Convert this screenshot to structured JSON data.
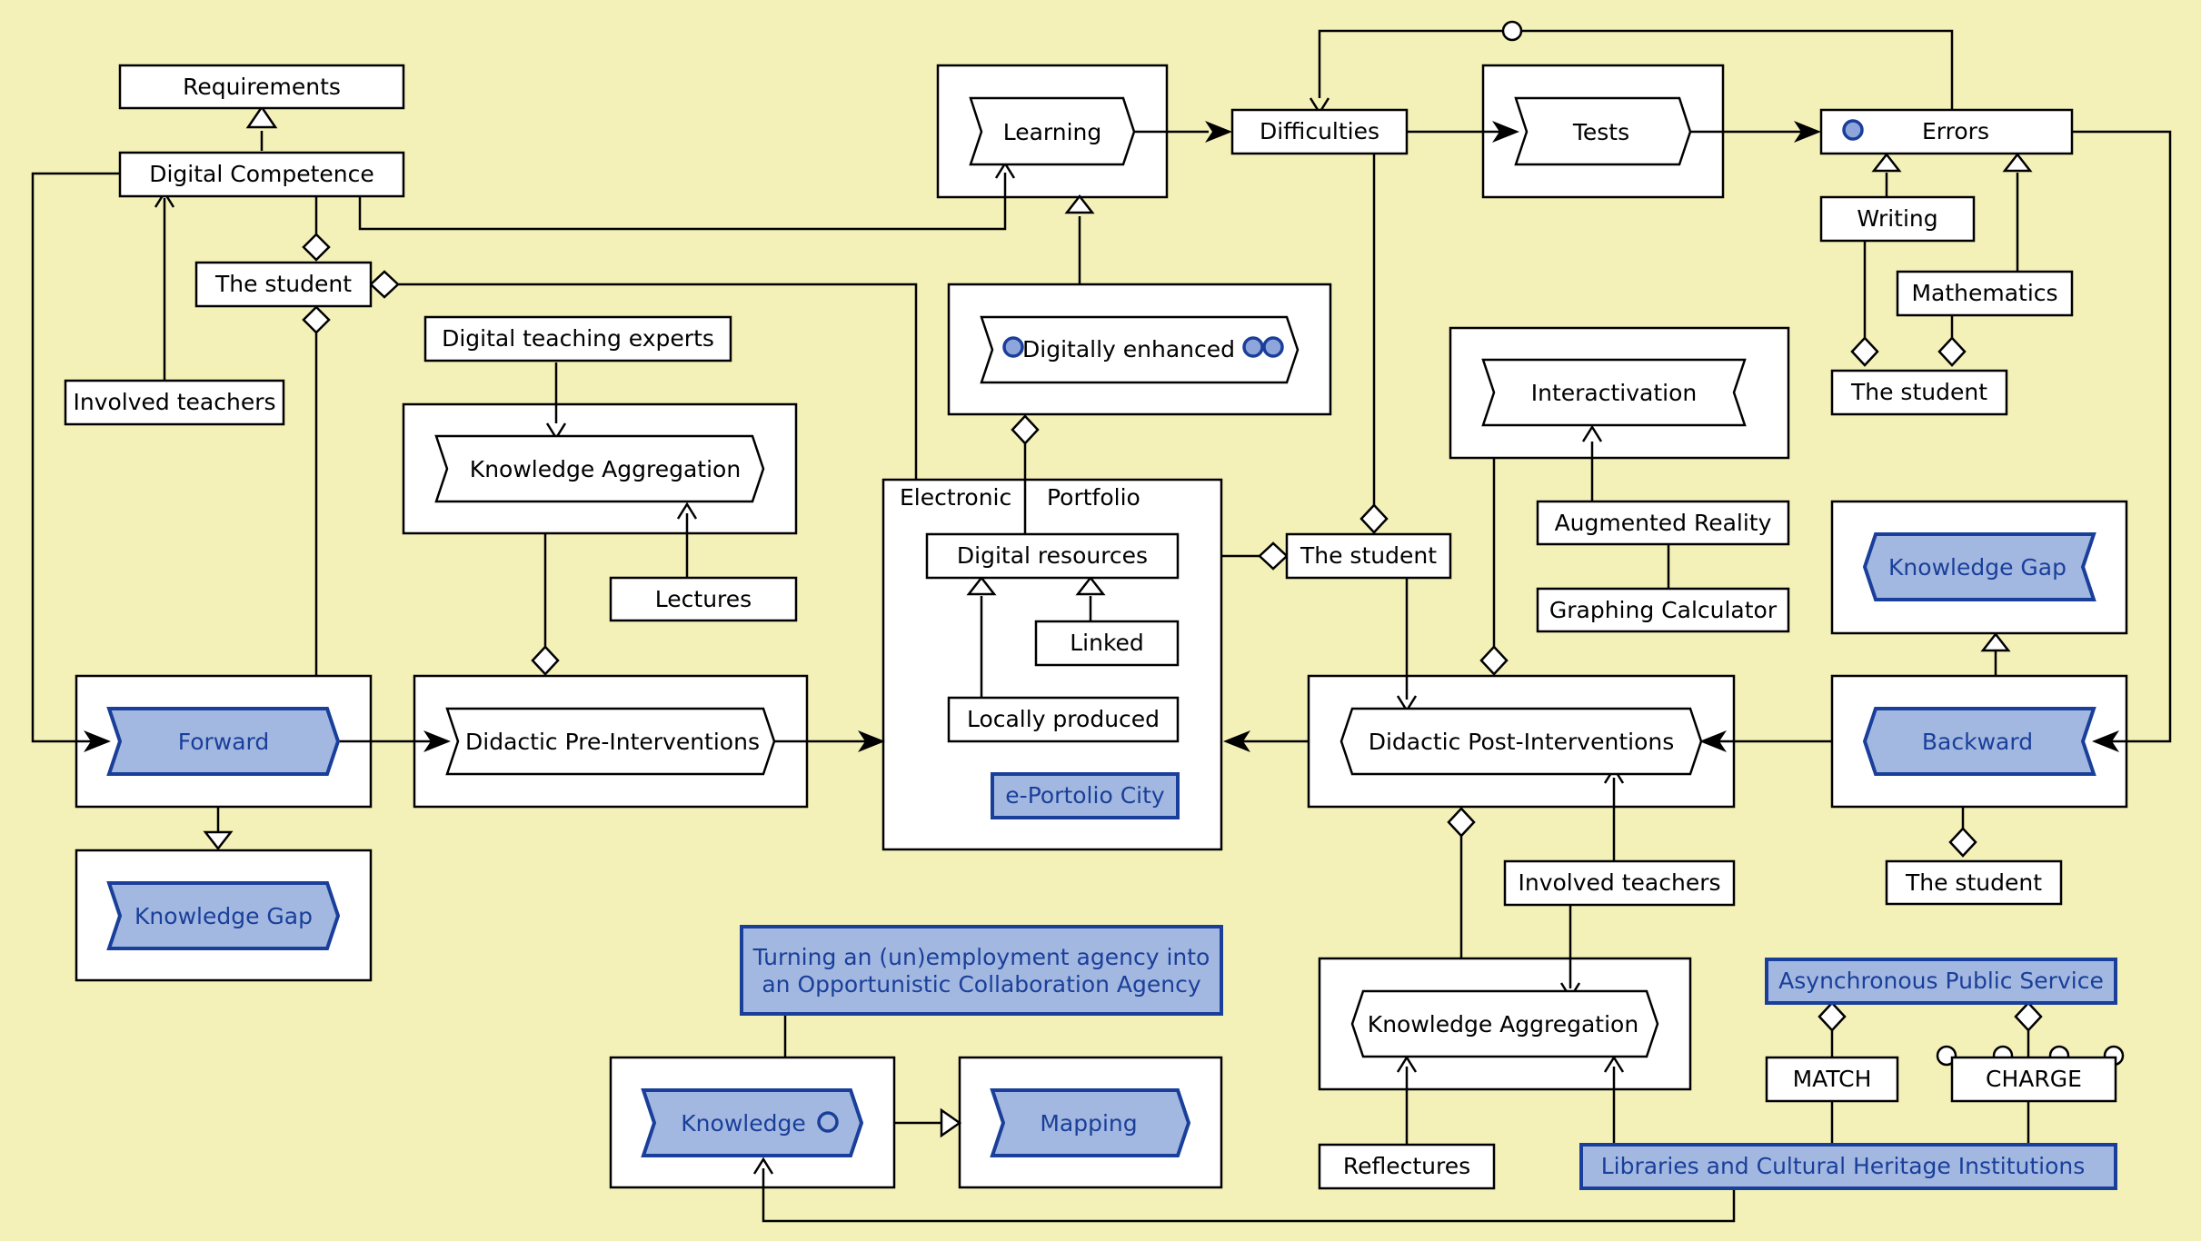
{
  "colors": {
    "background": "#f4f1b8",
    "box_fill": "#ffffff",
    "highlight_fill": "#a3b8e0",
    "highlight_stroke": "#1a3f9a"
  },
  "nodes": {
    "requirements": "Requirements",
    "digital_competence": "Digital Competence",
    "student_top_left": "The student",
    "involved_teachers_left": "Involved teachers",
    "digital_teaching_experts": "Digital teaching experts",
    "knowledge_aggregation_top": "Knowledge Aggregation",
    "lectures": "Lectures",
    "forward": "Forward",
    "knowledge_gap_left": "Knowledge Gap",
    "didactic_pre": "Didactic Pre-Interventions",
    "learning": "Learning",
    "digitally_enhanced": "Digitally enhanced",
    "electronic": "Electronic",
    "portfolio": "Portfolio",
    "digital_resources": "Digital resources",
    "linked": "Linked",
    "locally_produced": "Locally produced",
    "eportolio_city": "e-Portolio City",
    "difficulties": "Difficulties",
    "tests": "Tests",
    "errors": "Errors",
    "writing": "Writing",
    "mathematics": "Mathematics",
    "student_errors": "The student",
    "interactivation": "Interactivation",
    "augmented_reality": "Augmented Reality",
    "graphing_calculator": "Graphing Calculator",
    "student_middle": "The student",
    "knowledge_gap_right": "Knowledge Gap",
    "backward": "Backward",
    "student_backward": "The student",
    "didactic_post": "Didactic Post-Interventions",
    "involved_teachers_right": "Involved teachers",
    "knowledge_aggregation_bottom": "Knowledge Aggregation",
    "reflectures": "Reflectures",
    "turning_line1": "Turning an (un)employment agency into",
    "turning_line2": "an Opportunistic Collaboration Agency",
    "knowledge": "Knowledge",
    "mapping": "Mapping",
    "async_public_service": "Asynchronous Public Service",
    "match": "MATCH",
    "charge": "CHARGE",
    "libraries": "Libraries and Cultural Heritage Institutions"
  }
}
